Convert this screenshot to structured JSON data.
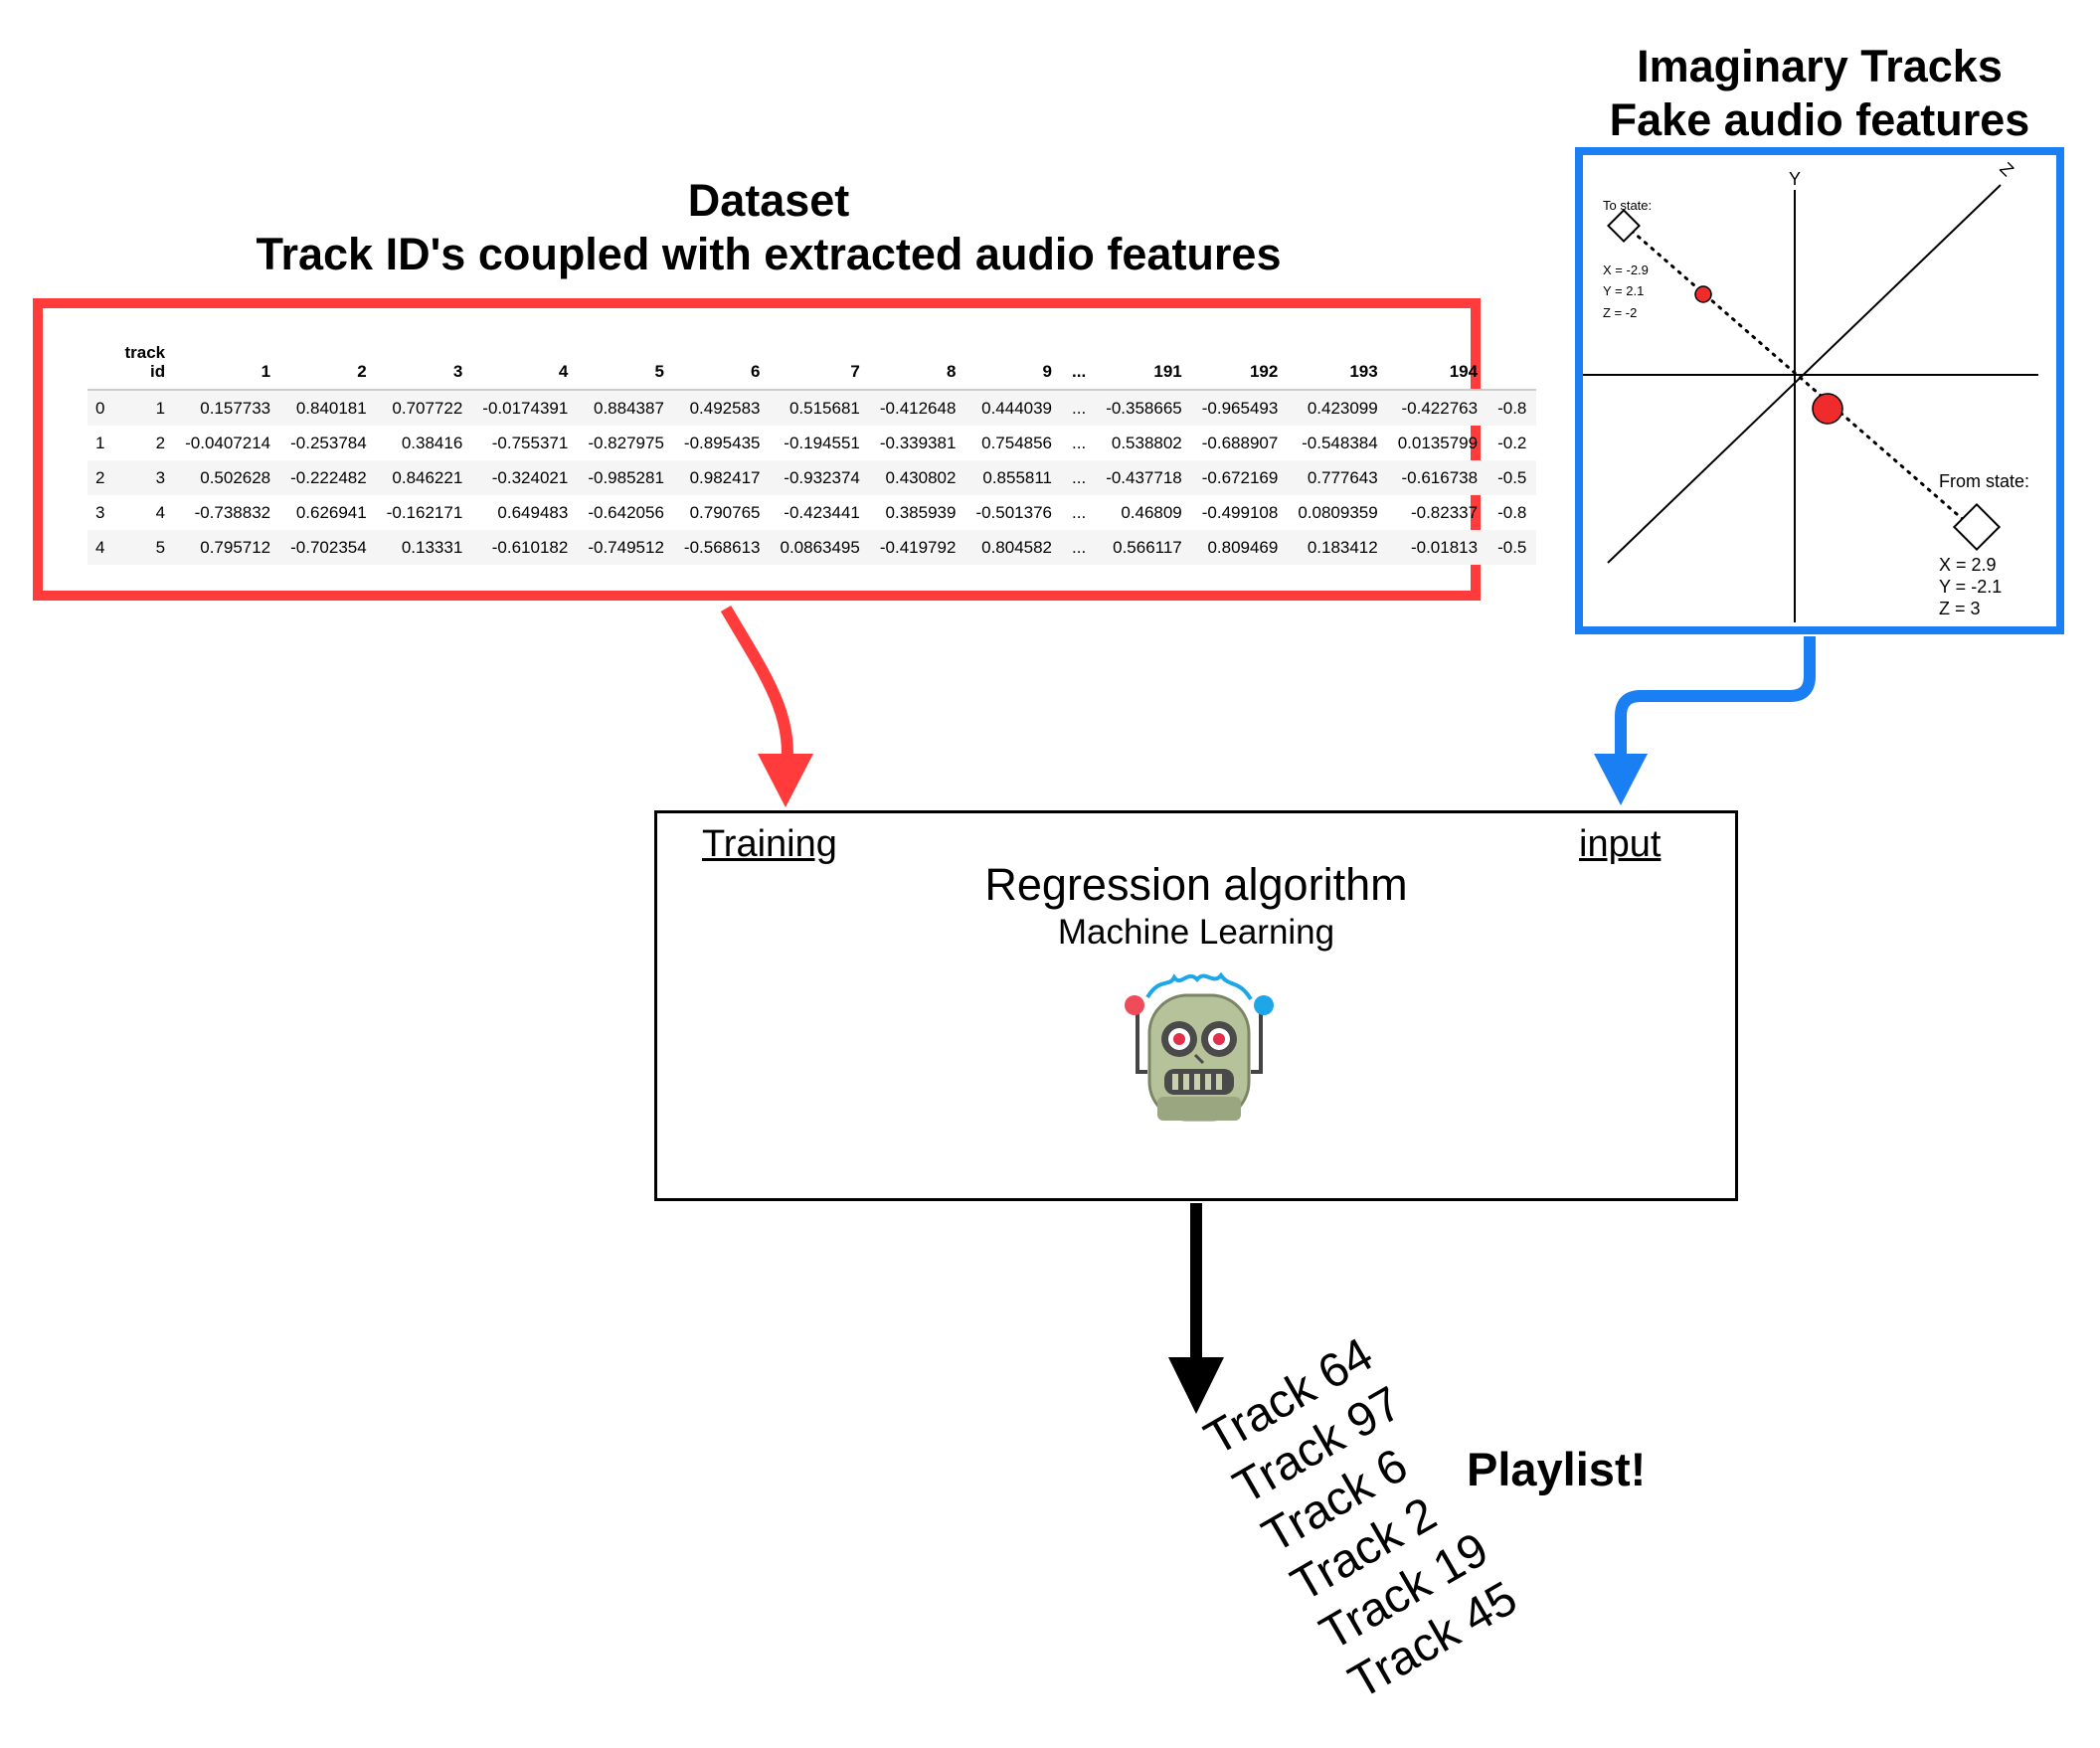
{
  "dataset": {
    "title": "Dataset",
    "subtitle": "Track ID's coupled with extracted audio features",
    "columns": [
      "",
      "track id",
      "1",
      "2",
      "3",
      "4",
      "5",
      "6",
      "7",
      "8",
      "9",
      "...",
      "191",
      "192",
      "193",
      "194",
      ""
    ],
    "rows": [
      [
        "0",
        "1",
        "0.157733",
        "0.840181",
        "0.707722",
        "-0.0174391",
        "0.884387",
        "0.492583",
        "0.515681",
        "-0.412648",
        "0.444039",
        "...",
        "-0.358665",
        "-0.965493",
        "0.423099",
        "-0.422763",
        "-0.8"
      ],
      [
        "1",
        "2",
        "-0.0407214",
        "-0.253784",
        "0.38416",
        "-0.755371",
        "-0.827975",
        "-0.895435",
        "-0.194551",
        "-0.339381",
        "0.754856",
        "...",
        "0.538802",
        "-0.688907",
        "-0.548384",
        "0.0135799",
        "-0.2"
      ],
      [
        "2",
        "3",
        "0.502628",
        "-0.222482",
        "0.846221",
        "-0.324021",
        "-0.985281",
        "0.982417",
        "-0.932374",
        "0.430802",
        "0.855811",
        "...",
        "-0.437718",
        "-0.672169",
        "0.777643",
        "-0.616738",
        "-0.5"
      ],
      [
        "3",
        "4",
        "-0.738832",
        "0.626941",
        "-0.162171",
        "0.649483",
        "-0.642056",
        "0.790765",
        "-0.423441",
        "0.385939",
        "-0.501376",
        "...",
        "0.46809",
        "-0.499108",
        "0.0809359",
        "-0.82337",
        "-0.8"
      ],
      [
        "4",
        "5",
        "0.795712",
        "-0.702354",
        "0.13331",
        "-0.610182",
        "-0.749512",
        "-0.568613",
        "0.0863495",
        "-0.419792",
        "0.804582",
        "...",
        "0.566117",
        "0.809469",
        "0.183412",
        "-0.01813",
        "-0.5"
      ]
    ],
    "border_color": "#ff3b3b"
  },
  "imaginary": {
    "title": "Imaginary Tracks",
    "subtitle": "Fake audio features",
    "border_color": "#1a7ff2",
    "axis_y": "Y",
    "axis_z": "Z",
    "to_state": {
      "label": "To state:",
      "x": "X = -2.9",
      "y": "Y = 2.1",
      "z": "Z = -2"
    },
    "from_state": {
      "label": "From state:",
      "x": "X = 2.9",
      "y": "Y = -2.1",
      "z": "Z = 3"
    },
    "point_color": "#ef2b2b"
  },
  "regression": {
    "training_label": "Training",
    "input_label": "input",
    "title": "Regression algorithm",
    "subtitle": "Machine Learning",
    "icon": "robot-icon"
  },
  "playlist": {
    "label": "Playlist!",
    "tracks": [
      "Track 64",
      "Track 97",
      "Track 6",
      "Track 2",
      "Track 19",
      "Track 45"
    ]
  }
}
